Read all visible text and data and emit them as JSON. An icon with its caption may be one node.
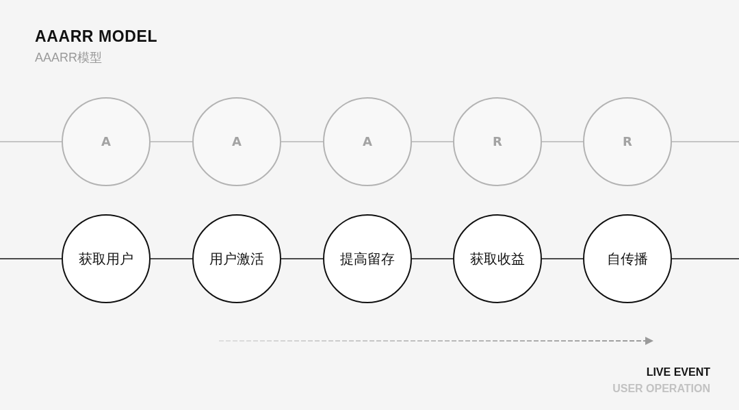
{
  "diagram": {
    "title": "AAARR MODEL",
    "nodes": [
      {
        "text": [
          "A"
        ]
      },
      {
        "text": [
          "A"
        ]
      },
      {
        "text": [
          "A"
        ]
      },
      {
        "text": [
          "R"
        ]
      },
      {
        "text": [
          "R"
        ]
      },
      {
        "text": [
          "获取用户"
        ]
      },
      {
        "text": [
          "用户激活"
        ]
      },
      {
        "text": [
          "提高留存"
        ]
      },
      {
        "text": [
          "获取收益"
        ]
      },
      {
        "text": [
          "自传播"
        ]
      }
    ],
    "edges": [
      {
        "from": null,
        "to": 0,
        "arrow": "none",
        "color": "#b3b3b3"
      },
      {
        "from": 0,
        "to": 1,
        "arrow": "none",
        "color": "#b3b3b3"
      },
      {
        "from": 1,
        "to": 2,
        "arrow": "none",
        "color": "#b3b3b3"
      },
      {
        "from": 2,
        "to": 3,
        "arrow": "none",
        "color": "#b3b3b3"
      },
      {
        "from": 3,
        "to": 4,
        "arrow": "none",
        "color": "#b3b3b3"
      },
      {
        "from": 4,
        "to": null,
        "arrow": "none",
        "color": "#b3b3b3"
      },
      {
        "from": null,
        "to": 5,
        "arrow": "none",
        "color": "#111111"
      },
      {
        "from": 5,
        "to": 6,
        "arrow": "none",
        "color": "#111111"
      },
      {
        "from": 6,
        "to": 7,
        "arrow": "none",
        "color": "#111111"
      },
      {
        "from": 7,
        "to": 8,
        "arrow": "none",
        "color": "#111111"
      },
      {
        "from": 8,
        "to": 9,
        "arrow": "none",
        "color": "#111111"
      },
      {
        "from": 9,
        "to": null,
        "arrow": "none",
        "color": "#111111"
      }
    ],
    "labels": [
      "AAARR模型",
      "LIVE EVENT",
      "USER OPERATION"
    ]
  }
}
